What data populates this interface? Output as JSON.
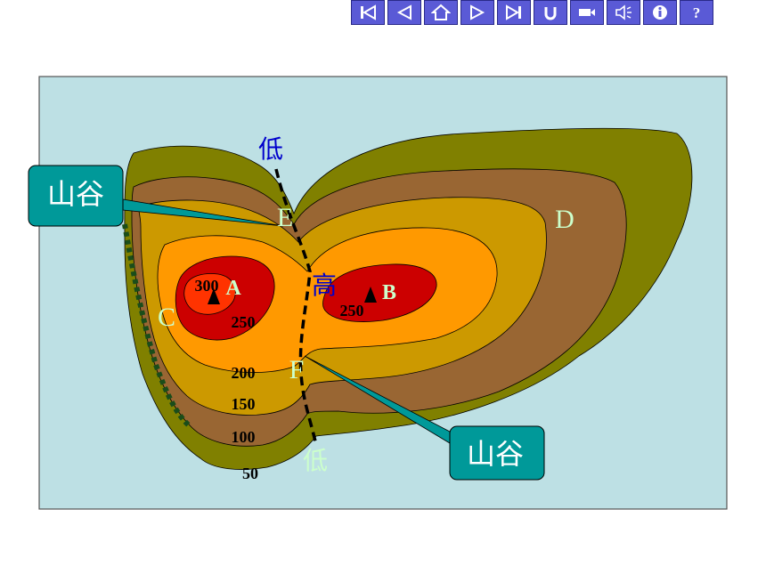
{
  "toolbar": {
    "buttons": [
      {
        "name": "first-slide-button",
        "icon": "skip-to-start-icon"
      },
      {
        "name": "previous-slide-button",
        "icon": "previous-icon"
      },
      {
        "name": "home-button",
        "icon": "home-icon"
      },
      {
        "name": "next-slide-button",
        "icon": "next-icon"
      },
      {
        "name": "last-slide-button",
        "icon": "skip-to-end-icon"
      },
      {
        "name": "return-button",
        "icon": "return-icon"
      },
      {
        "name": "video-button",
        "icon": "camera-icon"
      },
      {
        "name": "sound-button",
        "icon": "speaker-icon"
      },
      {
        "name": "info-button",
        "icon": "info-icon"
      },
      {
        "name": "help-button",
        "icon": "question-icon"
      }
    ]
  },
  "diagram": {
    "callouts": {
      "top": "山谷",
      "bottom": "山谷"
    },
    "letters": {
      "A": "A",
      "B": "B",
      "C": "C",
      "D": "D",
      "E": "E",
      "F": "F"
    },
    "ridge_labels": {
      "low_top": "低",
      "high": "高",
      "low_bottom": "低"
    },
    "contours": {
      "c300": "300",
      "c250a": "250",
      "c250b": "250",
      "c200": "200",
      "c150": "150",
      "c100": "100",
      "c50": "50"
    },
    "colors": {
      "background": "#bde0e4",
      "band_50": "#808000",
      "band_100": "#996633",
      "band_150": "#cc9900",
      "band_200": "#ff9900",
      "band_250": "#cc0000",
      "band_300": "#ff3300",
      "callout": "#009999",
      "letters": "#ccffcc",
      "ridge_text": "#0000cc"
    }
  }
}
